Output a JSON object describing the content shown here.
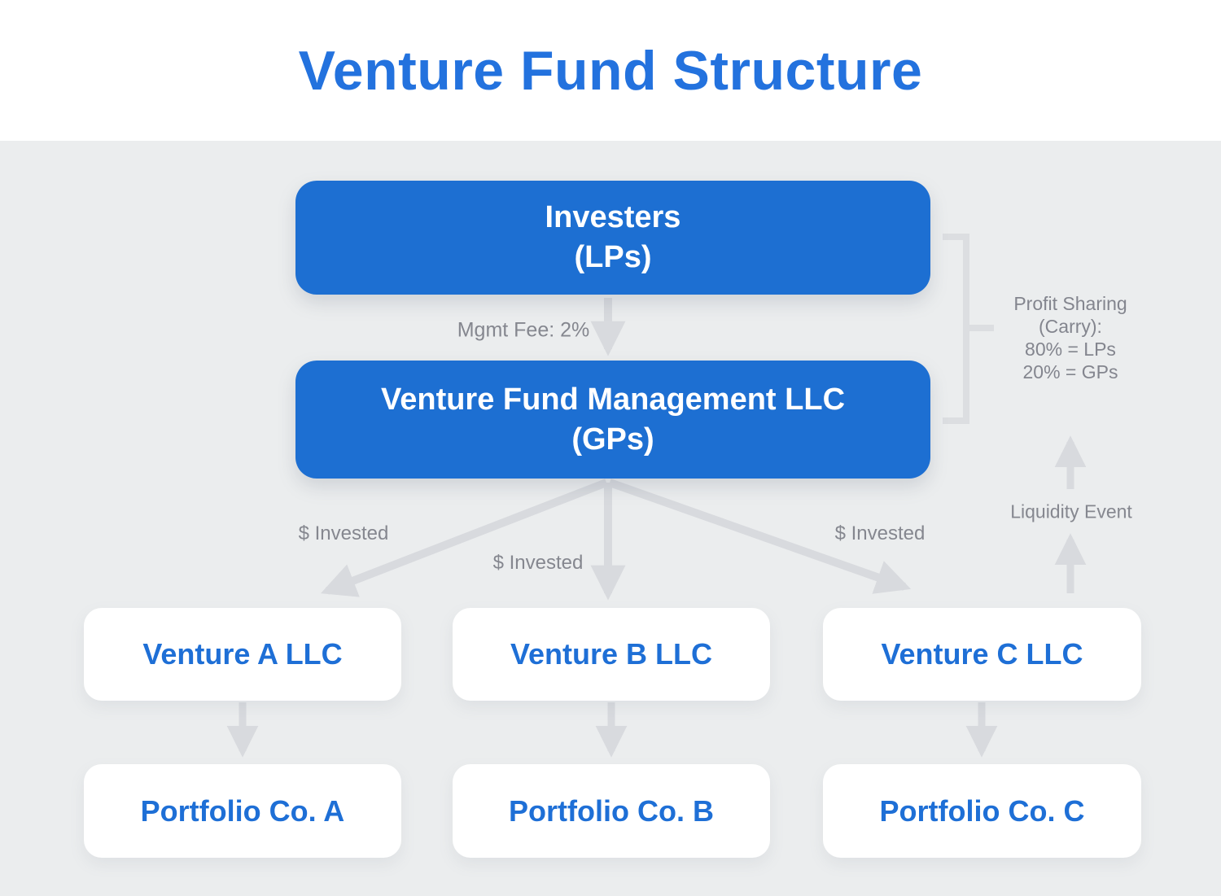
{
  "title": "Venture Fund Structure",
  "colors": {
    "title_blue": "#2372de",
    "node_blue": "#1d6fd2",
    "node_text_blue": "#1e6fd6",
    "label_gray": "#85878f",
    "arrow_gray": "#d8dade",
    "bracket_gray": "#dcdee1",
    "background_gray": "#ebedee",
    "card_white": "#ffffff"
  },
  "nodes": {
    "investors": {
      "line1": "Investers",
      "line2": "(LPs)"
    },
    "gp": {
      "line1": "Venture Fund Management LLC",
      "line2": "(GPs)"
    },
    "venture_a": {
      "label": "Venture A LLC"
    },
    "venture_b": {
      "label": "Venture B LLC"
    },
    "venture_c": {
      "label": "Venture C LLC"
    },
    "portfolio_a": {
      "label": "Portfolio Co. A"
    },
    "portfolio_b": {
      "label": "Portfolio Co. B"
    },
    "portfolio_c": {
      "label": "Portfolio Co. C"
    }
  },
  "edge_labels": {
    "mgmt_fee": "Mgmt Fee: 2%",
    "invested_left": "$ Invested",
    "invested_mid": "$ Invested",
    "invested_right": "$ Invested",
    "liquidity_event": "Liquidity Event"
  },
  "annotations": {
    "profit_sharing": {
      "line1": "Profit Sharing",
      "line2": "(Carry):",
      "line3": "80% = LPs",
      "line4": "20% = GPs"
    }
  }
}
